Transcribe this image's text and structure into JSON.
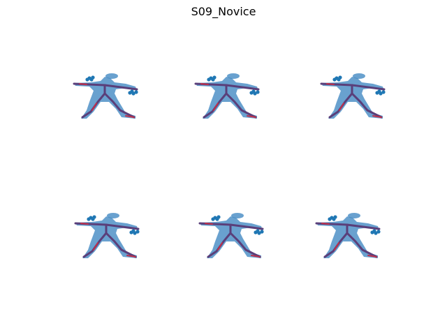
{
  "title": "S09_Novice",
  "colors": {
    "body_fill": "#3f86c1",
    "body_opacity": 0.78,
    "joint": "#1f77b4",
    "skeleton": "#5a3f7a",
    "skeleton_highlight": "#c0304a"
  },
  "grid": {
    "rows": 2,
    "columns": 3
  },
  "panels": [
    {
      "name": "pose-panel-1",
      "variant": 0
    },
    {
      "name": "pose-panel-2",
      "variant": 1
    },
    {
      "name": "pose-panel-3",
      "variant": 2
    },
    {
      "name": "pose-panel-4",
      "variant": 0
    },
    {
      "name": "pose-panel-5",
      "variant": 1
    },
    {
      "name": "pose-panel-6",
      "variant": 2
    }
  ]
}
